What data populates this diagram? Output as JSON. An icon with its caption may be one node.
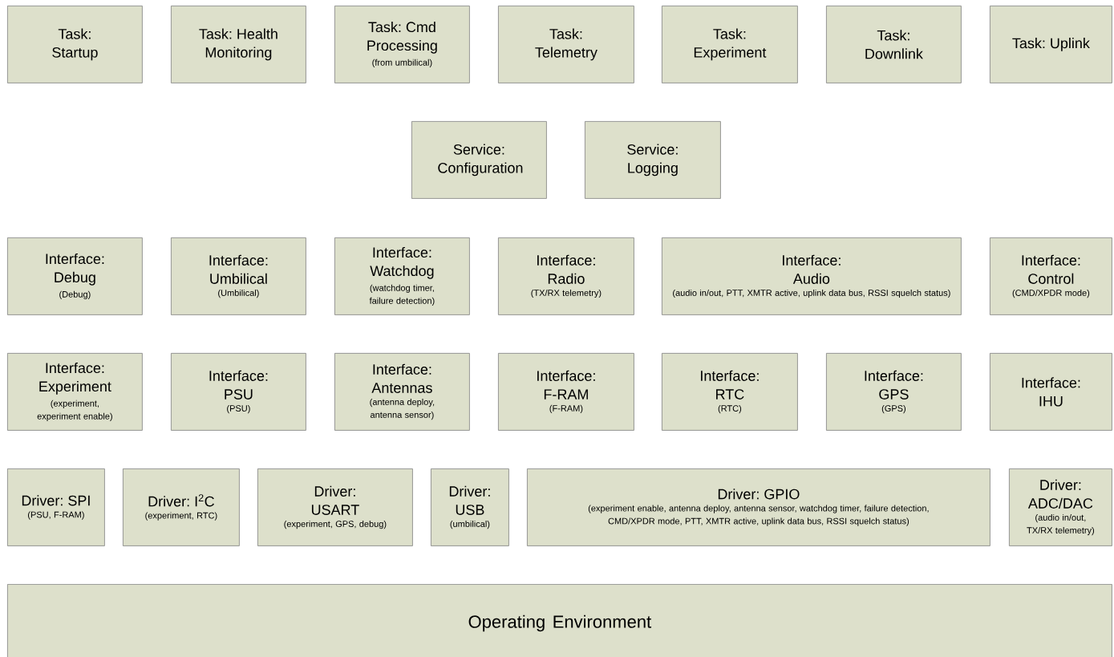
{
  "diagram": {
    "nodes": [
      {
        "text": [
          "Task: Startup"
        ]
      },
      {
        "text": [
          "Task: Health Monitoring"
        ]
      },
      {
        "text": [
          "Task: Cmd Processing",
          "(from umbilical)"
        ]
      },
      {
        "text": [
          "Task: Telemetry"
        ]
      },
      {
        "text": [
          "Task: Experiment"
        ]
      },
      {
        "text": [
          "Task: Downlink"
        ]
      },
      {
        "text": [
          "Task: Uplink"
        ]
      },
      {
        "text": [
          "Service: Configuration"
        ]
      },
      {
        "text": [
          "Service: Logging"
        ]
      },
      {
        "text": [
          "Interface: Debug",
          "(Debug)"
        ]
      },
      {
        "text": [
          "Interface: Umbilical",
          "(Umbilical)"
        ]
      },
      {
        "text": [
          "Interface: Watchdog",
          "(watchdog timer, failure detection)"
        ]
      },
      {
        "text": [
          "Interface: Radio",
          "(TX/RX telemetry)"
        ]
      },
      {
        "text": [
          "Interface: Audio",
          "(audio in/out, PTT, XMTR active, uplink data bus, RSSI squelch status)"
        ]
      },
      {
        "text": [
          "Interface: Control",
          "(CMD/XPDR mode)"
        ]
      },
      {
        "text": [
          "Interface: Experiment",
          "(experiment, experiment enable)"
        ]
      },
      {
        "text": [
          "Interface: PSU",
          "(PSU)"
        ]
      },
      {
        "text": [
          "Interface: Antennas",
          "(antenna deploy, antenna sensor)"
        ]
      },
      {
        "text": [
          "Interface: F-RAM",
          "(F-RAM)"
        ]
      },
      {
        "text": [
          "Interface: RTC",
          "(RTC)"
        ]
      },
      {
        "text": [
          "Interface: GPS",
          "(GPS)"
        ]
      },
      {
        "text": [
          "Interface: IHU"
        ]
      },
      {
        "text": [
          "Driver: SPI",
          "(PSU, F-RAM)"
        ]
      },
      {
        "text": [
          "Driver: I$^{2}$C",
          "(experiment, RTC)"
        ]
      },
      {
        "text": [
          "Driver: USART",
          "(experiment, GPS, debug)"
        ]
      },
      {
        "text": [
          "Driver: USB",
          "(umbilical)"
        ]
      },
      {
        "text": [
          "Driver: GPIO",
          "(experiment enable, antenna deploy, antenna sensor, watchdog timer, failure detection, CMD/XPDR mode, PTT, XMTR active, uplink data bus, RSSI squelch status)"
        ]
      },
      {
        "text": [
          "Driver: ADC/DAC",
          "(audio in/out, TX/RX telemetry)"
        ]
      },
      {
        "text": [
          "Operating Environment"
        ]
      }
    ]
  }
}
